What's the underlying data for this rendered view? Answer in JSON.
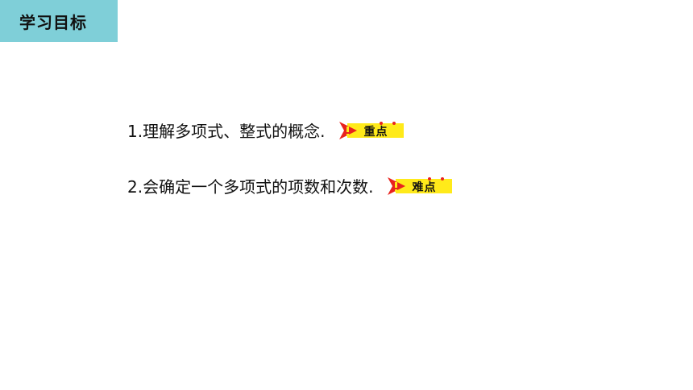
{
  "header": {
    "title": "学习目标"
  },
  "objectives": [
    {
      "text": "1.理解多项式、整式的概念.",
      "badge": "重点"
    },
    {
      "text": "2.会确定一个多项式的项数和次数.",
      "badge": "难点"
    }
  ],
  "colors": {
    "header_bg": "#7fcfd8",
    "badge_bg": "#ffea1a",
    "badge_arrow": "#e8231e",
    "text": "#111111"
  },
  "icons": {
    "badge_icon": "exclamation-arrow-icon"
  }
}
